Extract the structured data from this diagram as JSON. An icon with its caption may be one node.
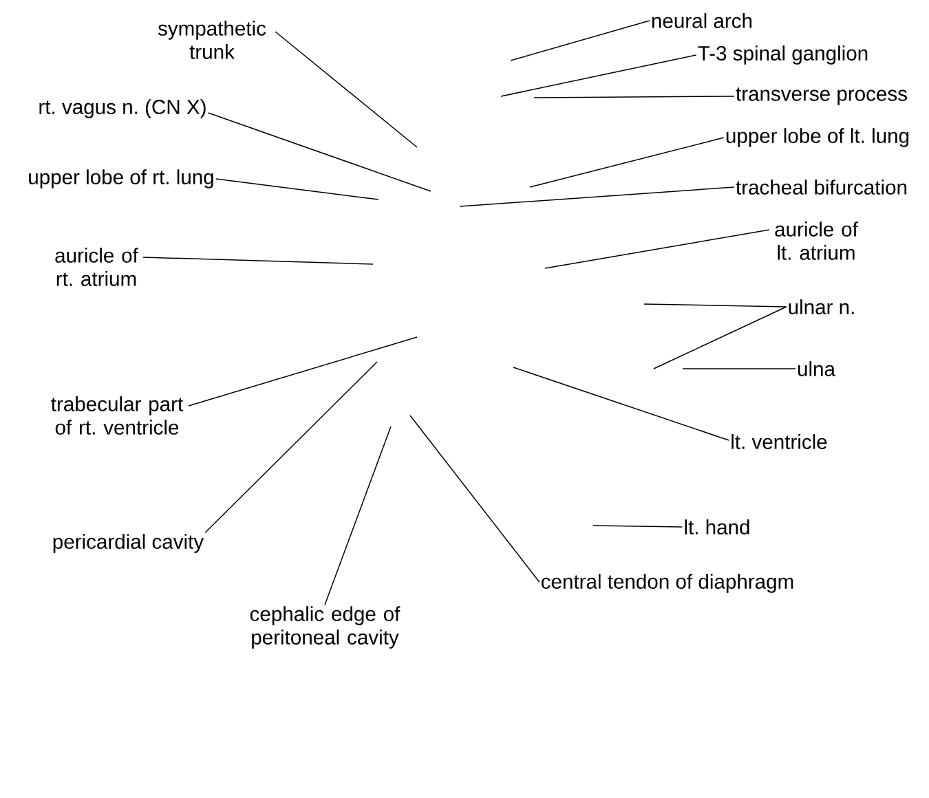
{
  "diagram": {
    "nodes": [
      {
        "text": [
          "neural arch"
        ]
      },
      {
        "text": [
          "sympathetic trunk"
        ]
      },
      {
        "text": [
          "T-3 spinal ganglion"
        ]
      },
      {
        "text": [
          "transverse process"
        ]
      },
      {
        "text": [
          "rt. vagus n. (CN X)"
        ]
      },
      {
        "text": [
          "upper lobe of lt. lung"
        ]
      },
      {
        "text": [
          "upper lobe of rt. lung"
        ]
      },
      {
        "text": [
          "tracheal bifurcation"
        ]
      },
      {
        "text": [
          "auricle of lt. atrium"
        ]
      },
      {
        "text": [
          "auricle of rt. atrium"
        ]
      },
      {
        "text": [
          "ulnar n."
        ]
      },
      {
        "text": [
          "ulna"
        ]
      },
      {
        "text": [
          "trabecular part of rt. ventricle"
        ]
      },
      {
        "text": [
          "lt. ventricle"
        ]
      },
      {
        "text": [
          "lt. hand"
        ]
      },
      {
        "text": [
          "pericardial cavity"
        ]
      },
      {
        "text": [
          "central tendon of diaphragm"
        ]
      },
      {
        "text": [
          "cephalic edge of peritoneal cavity"
        ]
      }
    ],
    "edges": [
      {
        "from": 0,
        "to": null,
        "arrow": "none"
      },
      {
        "from": 1,
        "to": null,
        "arrow": "none"
      },
      {
        "from": 2,
        "to": null,
        "arrow": "none"
      },
      {
        "from": 3,
        "to": null,
        "arrow": "none"
      },
      {
        "from": 4,
        "to": null,
        "arrow": "none"
      },
      {
        "from": 5,
        "to": null,
        "arrow": "none"
      },
      {
        "from": 6,
        "to": null,
        "arrow": "none"
      },
      {
        "from": 7,
        "to": null,
        "arrow": "none"
      },
      {
        "from": 8,
        "to": null,
        "arrow": "none"
      },
      {
        "from": 9,
        "to": null,
        "arrow": "none"
      },
      {
        "from": 10,
        "to": null,
        "arrow": "none"
      },
      {
        "from": 10,
        "to": null,
        "arrow": "none"
      },
      {
        "from": 11,
        "to": null,
        "arrow": "none"
      },
      {
        "from": 12,
        "to": null,
        "arrow": "none"
      },
      {
        "from": 13,
        "to": null,
        "arrow": "none"
      },
      {
        "from": 14,
        "to": null,
        "arrow": "none"
      },
      {
        "from": 15,
        "to": null,
        "arrow": "none"
      },
      {
        "from": 16,
        "to": null,
        "arrow": "none"
      },
      {
        "from": 17,
        "to": null,
        "arrow": "none"
      }
    ]
  }
}
